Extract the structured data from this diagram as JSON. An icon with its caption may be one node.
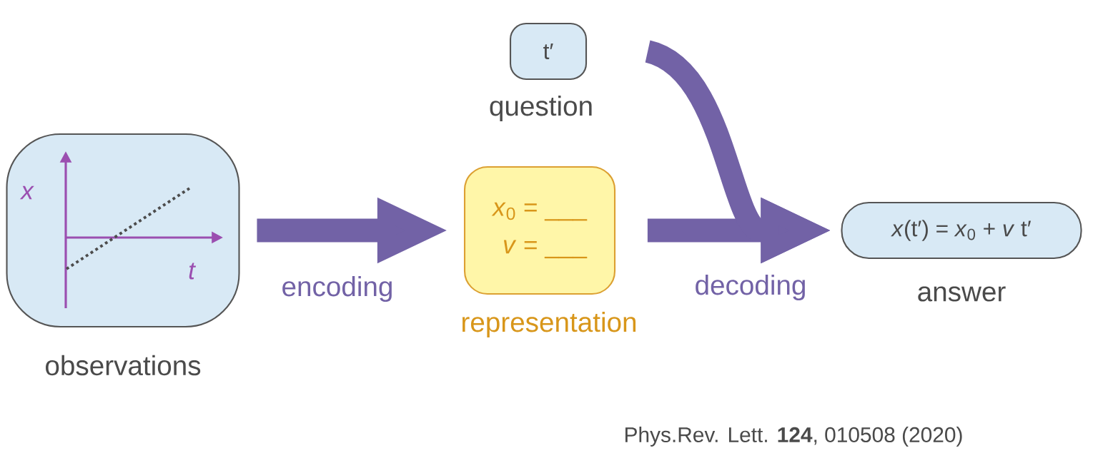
{
  "diagram": {
    "nodes": [
      {
        "text": [],
        "shape": "box",
        "beside": [
          "observations"
        ]
      },
      {
        "text": [
          "*x*$_{0}$ = ___",
          "*v* = ___"
        ],
        "beside": [
          "representation"
        ]
      },
      {
        "text": [
          "t′"
        ],
        "beside": [
          "question"
        ]
      },
      {
        "text": [
          "*x*(t′) = *x*$_{0}$ + *v* t′"
        ],
        "beside": [
          "answer"
        ]
      }
    ],
    "edges": [
      {
        "from": 0,
        "to": 1,
        "arrow": "to",
        "label": "encoding"
      },
      {
        "from": 1,
        "to": 3,
        "arrow": "to",
        "label": "decoding"
      },
      {
        "from": 2,
        "to": 3,
        "arrow": "to"
      }
    ],
    "labels": [
      "x",
      "t",
      "Phys.Rev. Lett. **124**, 010508 (2020)"
    ]
  }
}
